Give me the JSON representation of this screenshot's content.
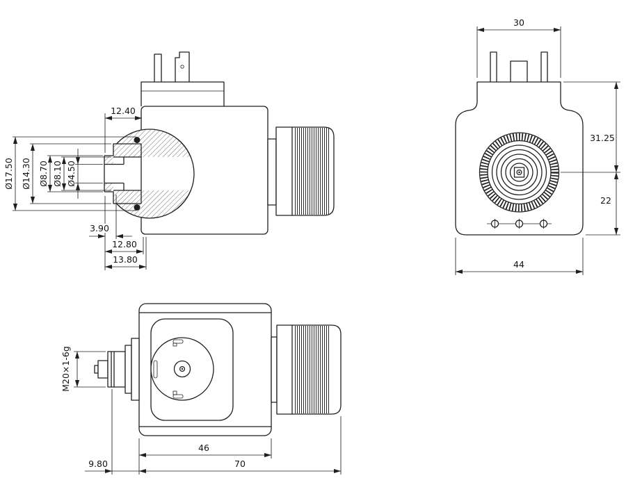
{
  "side_view": {
    "dim_top": "12.40",
    "dia_1": "Ø17.50",
    "dia_2": "Ø14.30",
    "dia_3": "Ø8.70",
    "dia_4": "Ø8.10",
    "dia_5": "Ø4.50",
    "dim_step": "3.90",
    "dim_depth1": "12.80",
    "dim_depth2": "13.80"
  },
  "front_view": {
    "dim_tab_width": "30",
    "dim_upper_height": "31.25",
    "dim_lower_height": "22",
    "dim_width": "44"
  },
  "bottom_view": {
    "thread_spec": "M20×1-6g",
    "dim_body_length": "46",
    "dim_overall_length": "70",
    "dim_offset": "9.80"
  },
  "colors": {
    "line": "#1f1f1f",
    "background": "#ffffff"
  }
}
